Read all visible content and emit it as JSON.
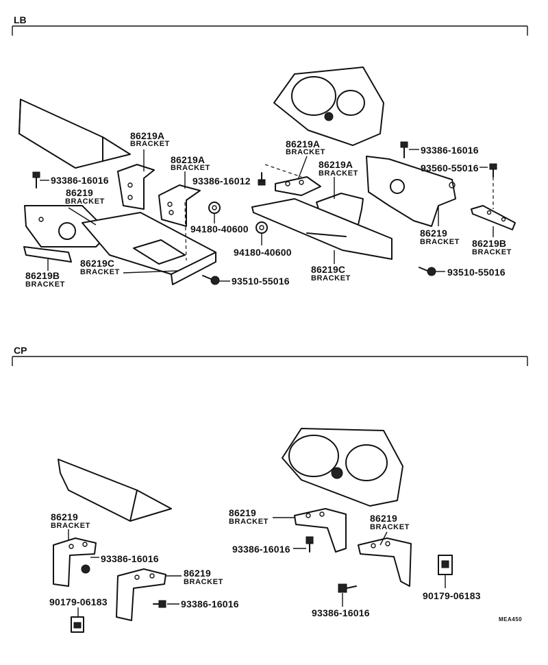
{
  "sections": {
    "lb": "LB",
    "cp": "CP"
  },
  "part_name": "BRACKET",
  "parts": {
    "bracket_main": "86219",
    "bracket_a": "86219A",
    "bracket_b": "86219B",
    "bracket_c": "86219C",
    "bolt_16016": "93386-16016",
    "bolt_16012": "93386-16012",
    "nut_40600": "94180-40600",
    "screw_55016": "93510-55016",
    "screw_93560": "93560-55016",
    "clip_06183": "90179-06183"
  },
  "drawing_code": "MEA450"
}
